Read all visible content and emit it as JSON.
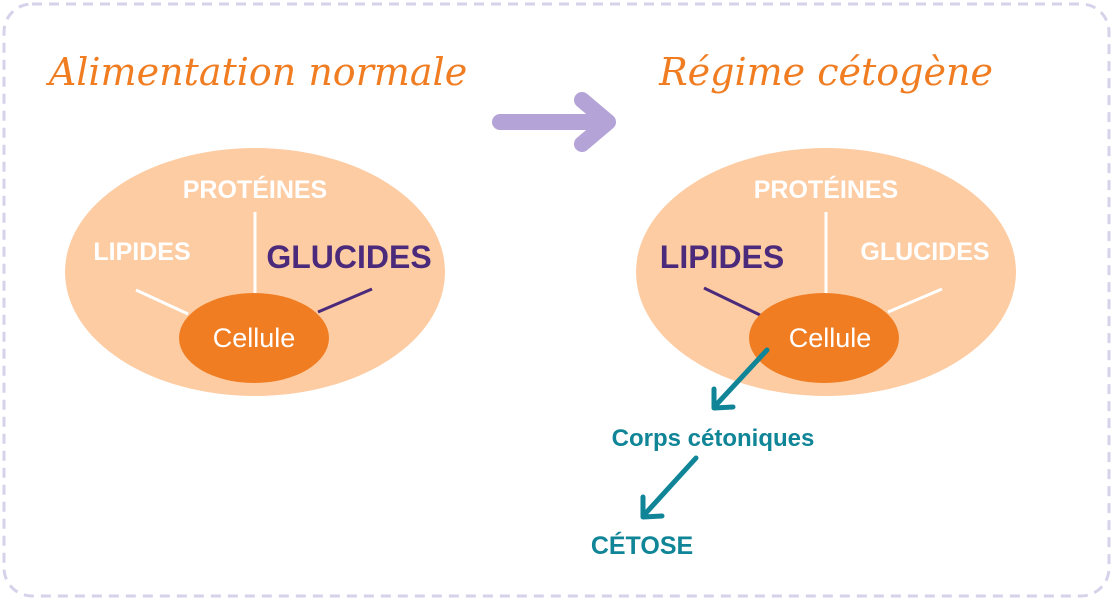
{
  "colors": {
    "frame_border": "#d6d2ea",
    "title": "#f07d22",
    "arrow_main": "#b4a3d6",
    "outer_ellipse": "#fdcca3",
    "cell": "#f07d22",
    "white": "#ffffff",
    "highlight": "#4b2a7b",
    "teal": "#0f8597"
  },
  "left": {
    "title": "Alimentation normale",
    "proteins": "PROTÉINES",
    "lipids": "LIPIDES",
    "carbs": "GLUCIDES",
    "cell": "Cellule"
  },
  "right": {
    "title": "Régime cétogène",
    "proteins": "PROTÉINES",
    "lipids": "LIPIDES",
    "carbs": "GLUCIDES",
    "cell": "Cellule",
    "ketone_bodies": "Corps cétoniques",
    "ketosis": "CÉTOSE"
  }
}
